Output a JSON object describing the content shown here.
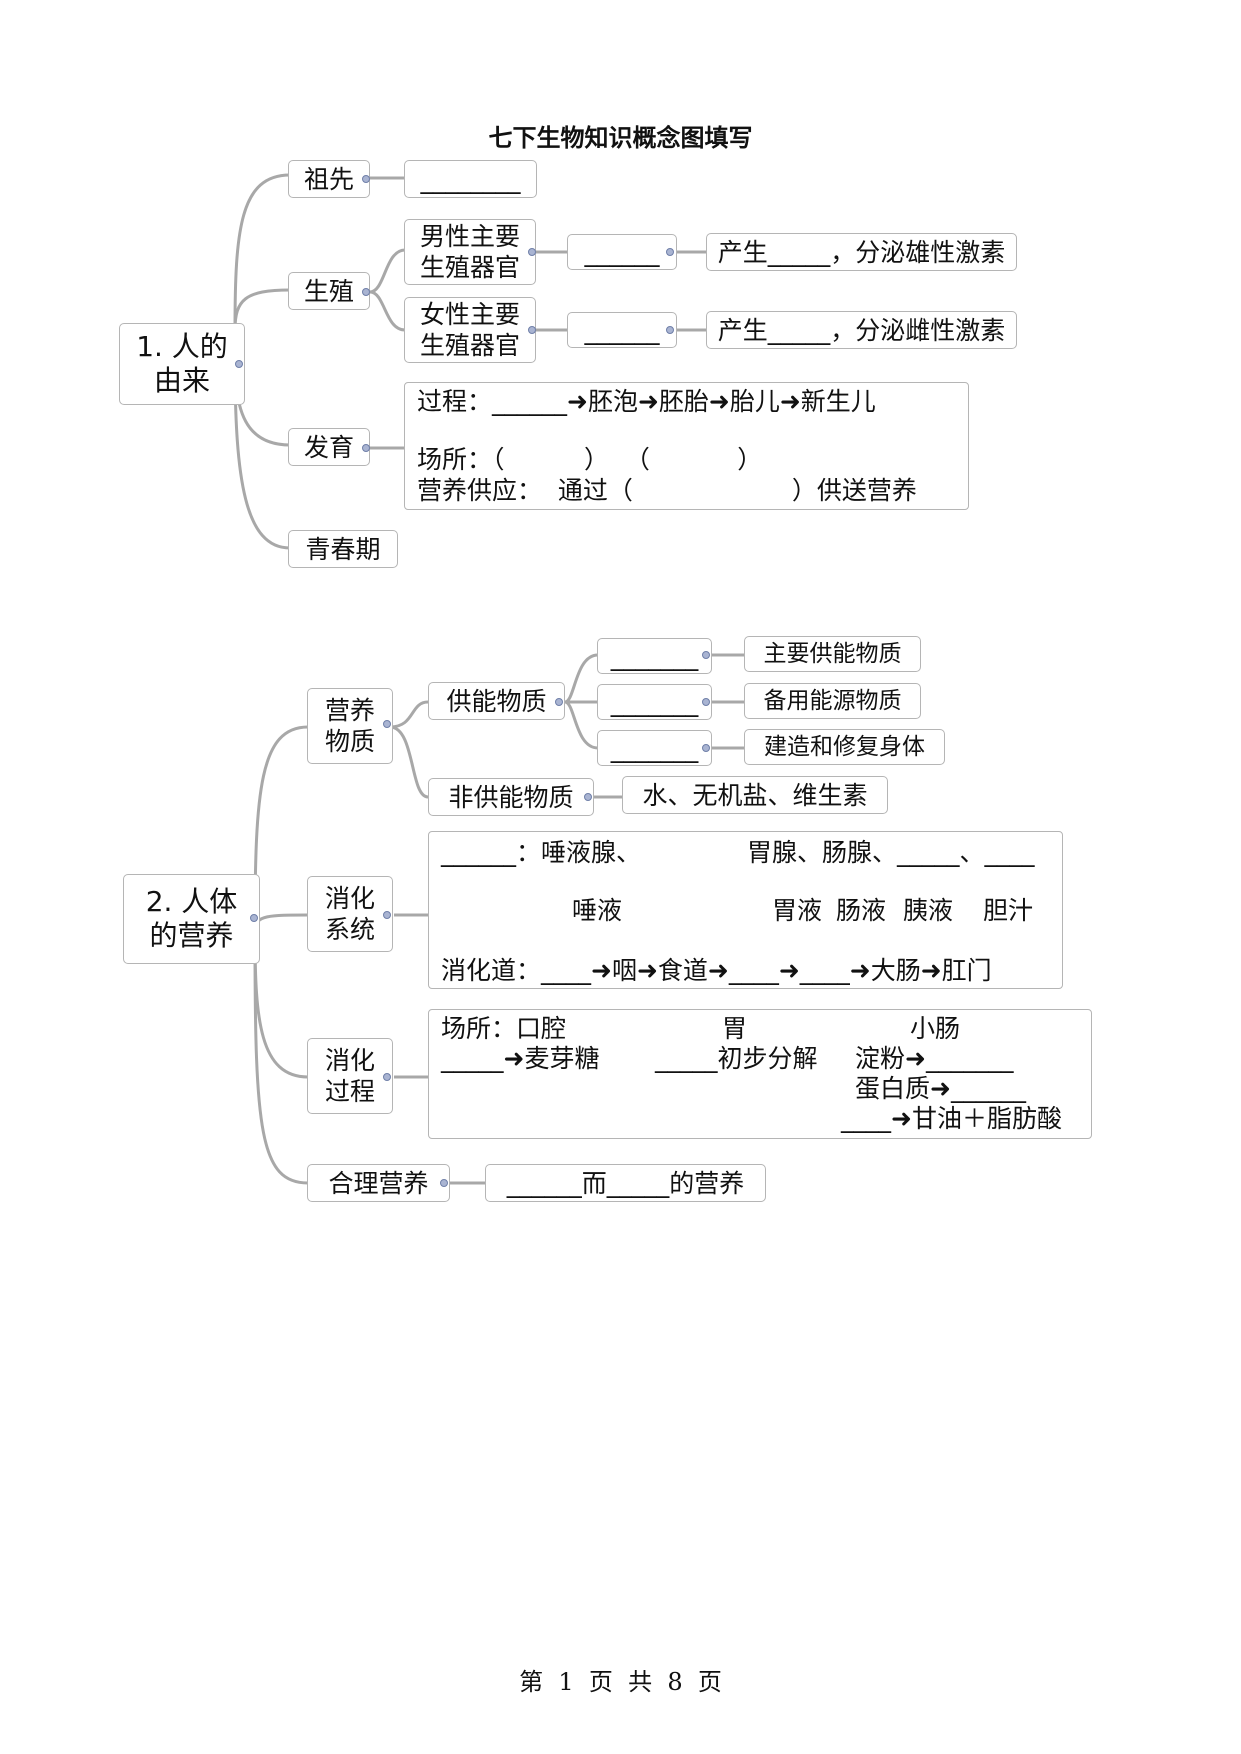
{
  "title": "七下生物知识概念图填写",
  "section1": {
    "root": "1. 人的\n由来",
    "ancestor": {
      "label": "祖先",
      "blank": "________"
    },
    "reproduction": {
      "label": "生殖",
      "male": {
        "label": "男性主要\n生殖器官",
        "blank": "______",
        "function": "产生_____，分泌雄性激素"
      },
      "female": {
        "label": "女性主要\n生殖器官",
        "blank": "______",
        "function": "产生_____，分泌雌性激素"
      }
    },
    "development": {
      "label": "发育",
      "process": "过程：______➜胚泡➜胚胎➜胎儿➜新生儿",
      "place": "场所：（          ）  （           ）",
      "nutrition": "营养供应：  通过（                    ）供送营养"
    },
    "puberty": {
      "label": "青春期"
    }
  },
  "section2": {
    "root": "2. 人体\n的营养",
    "nutrients": {
      "label": "营养\n物质",
      "energy": {
        "label": "供能物质",
        "items": [
          {
            "blank": "_______",
            "desc": "主要供能物质"
          },
          {
            "blank": "_______",
            "desc": "备用能源物质"
          },
          {
            "blank": "_______",
            "desc": "建造和修复身体"
          }
        ]
      },
      "non_energy": {
        "label": "非供能物质",
        "desc": "水、无机盐、维生素"
      }
    },
    "digestive_system": {
      "label": "消化\n系统",
      "glands_left": "______：唾液腺、",
      "glands_right": "胃腺、肠腺、_____、____",
      "saliva": "唾液",
      "gastric": "胃液",
      "intestinal": "肠液",
      "pancreatic": "胰液",
      "bile": "胆汁",
      "tract": "消化道：____➜咽➜食道➜____➜____➜大肠➜肛门"
    },
    "digestion_process": {
      "label": "消化\n过程",
      "place_label": "场所：口腔",
      "stomach": "胃",
      "small_intestine": "小肠",
      "mouth_line": "_____➜麦芽糖",
      "stomach_line": "_____初步分解",
      "starch": "淀粉➜_______",
      "protein": "蛋白质➜______",
      "fat": "____➜甘油＋脂肪酸"
    },
    "balanced": {
      "label": "合理营养",
      "desc": "______而_____的营养"
    }
  },
  "footer": "第  1  页  共  8  页"
}
